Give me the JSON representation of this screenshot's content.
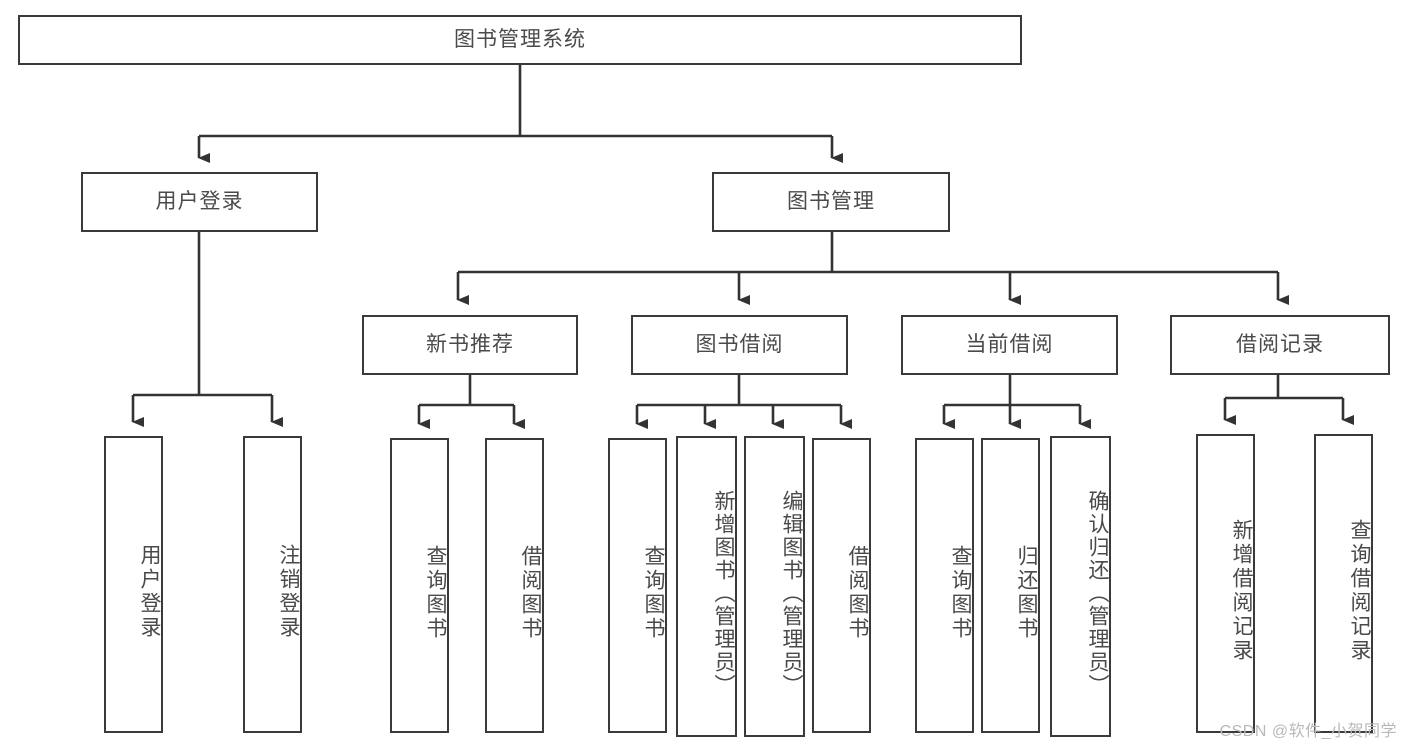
{
  "diagram": {
    "type": "tree",
    "title": "图书管理系统",
    "orientation": "top-down",
    "edge_style": "orthogonal-arrow",
    "colors": {
      "background": "#ffffff",
      "box_border": "#3a3a3a",
      "box_fill": "#ffffff",
      "text": "#4a4a4a",
      "connector": "#333333",
      "watermark": "#b9b9b9"
    },
    "root": {
      "label": "图书管理系统"
    },
    "level2": [
      {
        "label": "用户登录"
      },
      {
        "label": "图书管理"
      }
    ],
    "level3": [
      {
        "label": "新书推荐"
      },
      {
        "label": "图书借阅"
      },
      {
        "label": "当前借阅"
      },
      {
        "label": "借阅记录"
      }
    ],
    "leaves": {
      "user_login": [
        {
          "label": "用户登录"
        },
        {
          "label": "注销登录"
        }
      ],
      "new_book": [
        {
          "label": "查询图书"
        },
        {
          "label": "借阅图书"
        }
      ],
      "book_borrow": [
        {
          "label": "查询图书"
        },
        {
          "label": "新增图书（管理员）"
        },
        {
          "label": "编辑图书（管理员）"
        },
        {
          "label": "借阅图书"
        }
      ],
      "current_borrow": [
        {
          "label": "查询图书"
        },
        {
          "label": "归还图书"
        },
        {
          "label": "确认归还（管理员）"
        }
      ],
      "borrow_record": [
        {
          "label": "新增借阅记录"
        },
        {
          "label": "查询借阅记录"
        }
      ]
    }
  },
  "watermark": {
    "text": "CSDN @软件_小贺同学"
  }
}
